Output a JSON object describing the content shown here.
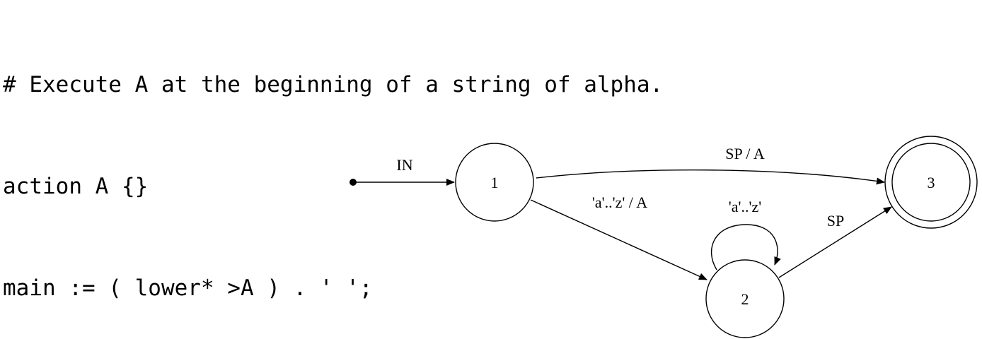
{
  "code": {
    "lines": [
      "# Execute A at the beginning of a string of alpha.",
      "action A {}",
      "main := ( lower* >A ) . ' ';"
    ]
  },
  "diagram": {
    "nodes": {
      "n1": "1",
      "n2": "2",
      "n3": "3"
    },
    "edges": {
      "entry": "IN",
      "e1_3": "SP / A",
      "e1_2": "'a'..'z' / A",
      "e2_2": "'a'..'z'",
      "e2_3": "SP"
    },
    "final_state": "3"
  }
}
